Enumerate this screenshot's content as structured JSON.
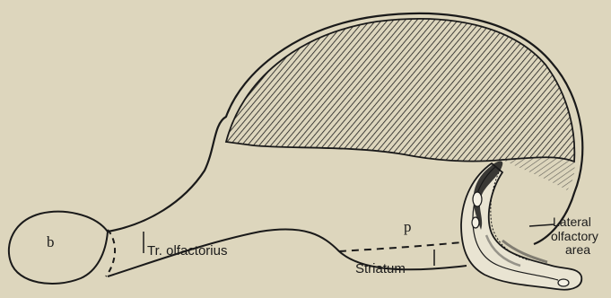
{
  "figure": {
    "labels": {
      "b": "b",
      "p": "p",
      "tr_olfactorius": "Tr. olfactorius",
      "striatum": "Striatum",
      "lateral_line1": "Lateral",
      "lateral_line2": "olfactory",
      "lateral_line3": "area"
    }
  }
}
